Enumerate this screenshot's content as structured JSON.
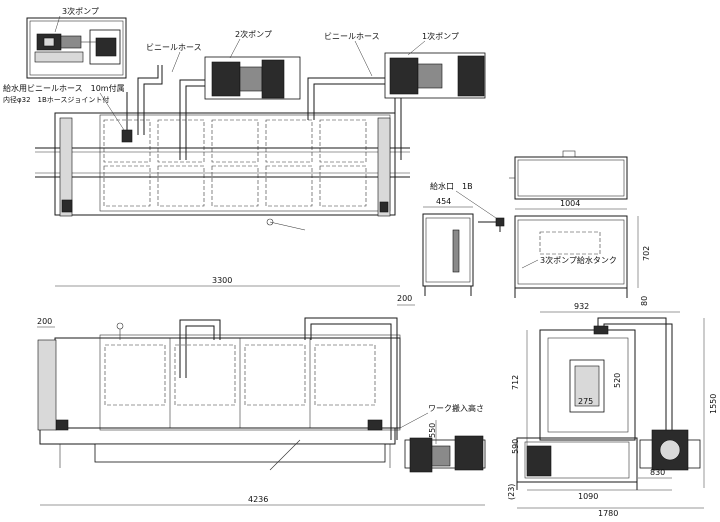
{
  "labels": {
    "pump3": "3次ポンプ",
    "pump2": "2次ポンプ",
    "pump1": "1次ポンプ",
    "vinyl_hose_left": "ビニールホース",
    "vinyl_hose_right": "ビニールホース",
    "supply_hose": "給水用ビニールホース　10m付属",
    "inner_dia": "内径φ32　1Bホースジョイント付",
    "water_inlet": "給水口　1B",
    "tank": "3次ポンプ給水タンク",
    "work_height": "ワーク搬入高さ"
  },
  "dimensions": {
    "d3300": "3300",
    "d200_left": "200",
    "d200_right": "200",
    "d4236": "4236",
    "d550": "550",
    "d454": "454",
    "d1004": "1004",
    "d702": "702",
    "d80": "80",
    "d932": "932",
    "d712": "712",
    "d1550": "1550",
    "d520": "520",
    "d275": "275",
    "d590": "590",
    "d23": "(23)",
    "d830": "830",
    "d1090": "1090",
    "d1780": "1780"
  }
}
